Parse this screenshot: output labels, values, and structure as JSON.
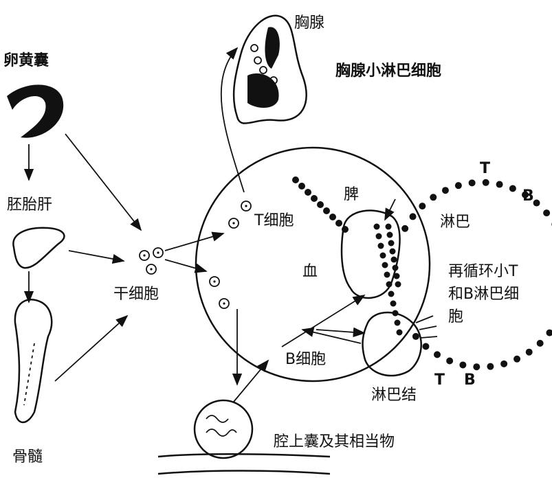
{
  "title": "Lymphocyte origin and recirculation diagram",
  "labels": {
    "yolk_sac": "卵黄囊",
    "fetal_liver": "胚胎肝",
    "bone_marrow": "骨髓",
    "stem_cell": "干细胞",
    "thymus": "胸腺",
    "thymic_lymphocyte": "胸腺小淋巴细胞",
    "t_cell": "T细胞",
    "blood": "血",
    "spleen": "脾",
    "lymph": "淋巴",
    "t_top": "T",
    "b_top": "B",
    "recirculating": [
      "再循环小T",
      "和B淋巴细",
      "胞"
    ],
    "b_cell": "B细胞",
    "lymph_node": "淋巴结",
    "t_bottom": "T",
    "b_bottom": "B",
    "bursa": "腔上囊及其相当物"
  },
  "colors": {
    "ink": "#111111",
    "background": "#ffffff"
  }
}
